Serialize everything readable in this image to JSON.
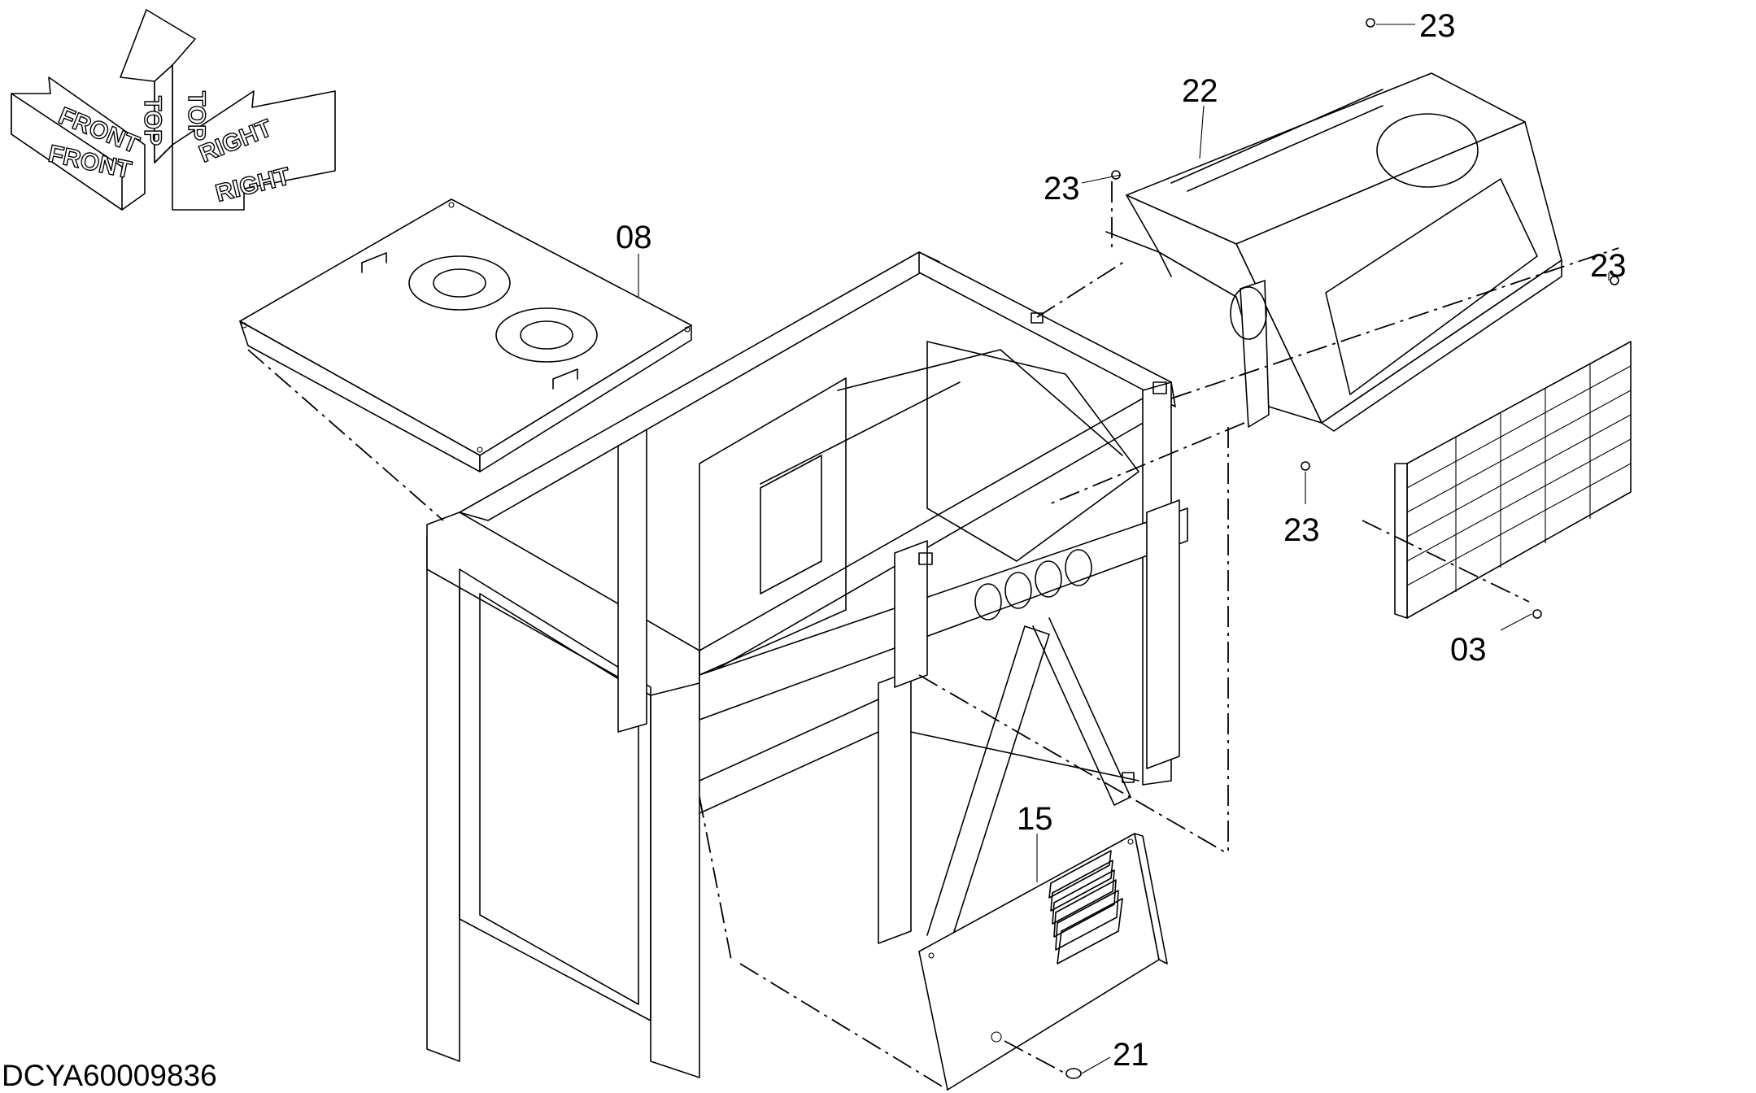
{
  "drawing_code": "DCYA60009836",
  "orientation": {
    "front_label": "FRONT",
    "top_label": "TOP",
    "right_label": "RIGHT"
  },
  "callouts": [
    {
      "id": "08",
      "label": "08"
    },
    {
      "id": "22",
      "label": "22"
    },
    {
      "id": "23a",
      "label": "23"
    },
    {
      "id": "23b",
      "label": "23"
    },
    {
      "id": "23c",
      "label": "23"
    },
    {
      "id": "23d",
      "label": "23"
    },
    {
      "id": "03",
      "label": "03"
    },
    {
      "id": "15",
      "label": "15"
    },
    {
      "id": "21",
      "label": "21"
    }
  ]
}
